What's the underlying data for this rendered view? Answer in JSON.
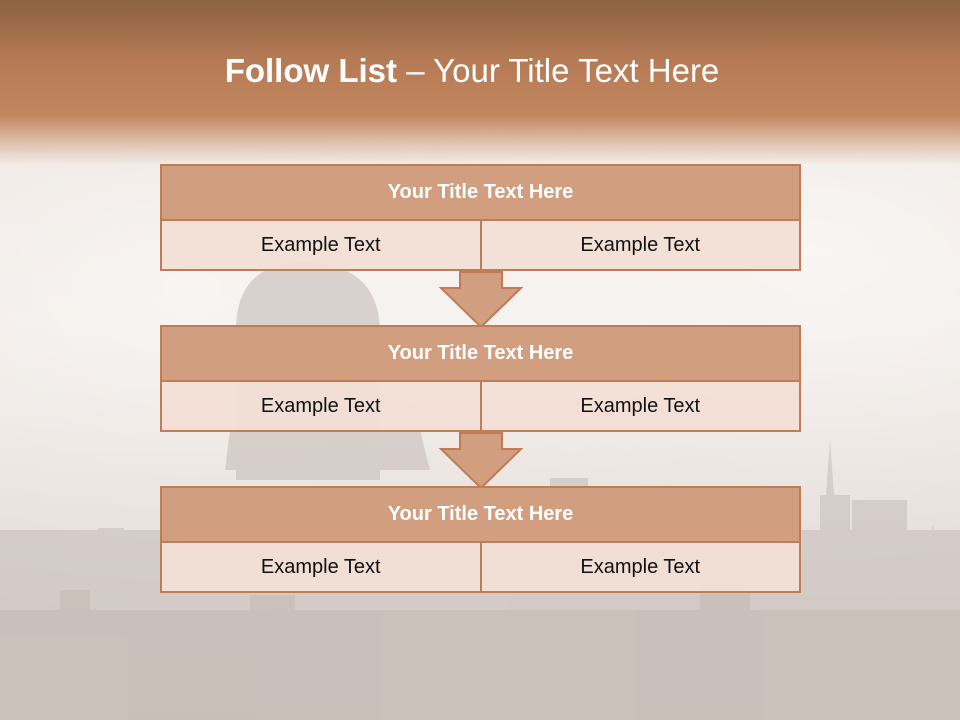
{
  "slide": {
    "title_bold": "Follow List",
    "title_rest": " – Your Title Text Here"
  },
  "steps": [
    {
      "title": "Your Title Text Here",
      "left": "Example Text",
      "right": "Example Text"
    },
    {
      "title": "Your Title Text Here",
      "left": "Example Text",
      "right": "Example Text"
    },
    {
      "title": "Your Title Text Here",
      "left": "Example Text",
      "right": "Example Text"
    }
  ],
  "colors": {
    "header": "#c4875f",
    "box_title_fill": "#d29e80",
    "box_border": "#c07c55",
    "cell_fill": "#f2ded5"
  }
}
